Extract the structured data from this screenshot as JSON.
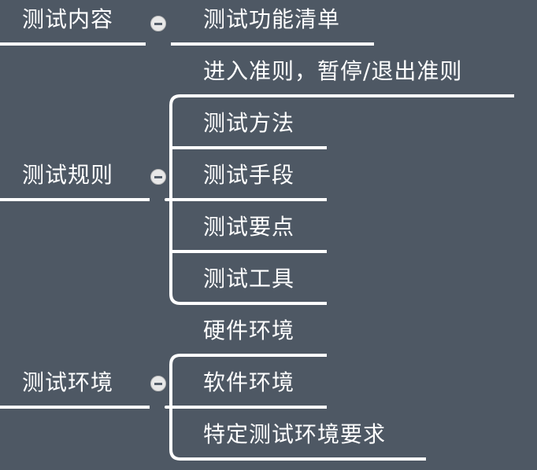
{
  "mindmap": {
    "branches": [
      {
        "label": "测试内容",
        "children": [
          "测试功能清单"
        ]
      },
      {
        "label": "测试规则",
        "children": [
          "进入准则，暂停/退出准则",
          "测试方法",
          "测试手段",
          "测试要点",
          "测试工具"
        ]
      },
      {
        "label": "测试环境",
        "children": [
          "硬件环境",
          "软件环境",
          "特定测试环境要求"
        ]
      }
    ]
  },
  "colors": {
    "background": "#4e5864",
    "line": "#ffffff",
    "text": "#ffffff"
  },
  "icons": {
    "toggle": "collapse-minus-icon"
  }
}
